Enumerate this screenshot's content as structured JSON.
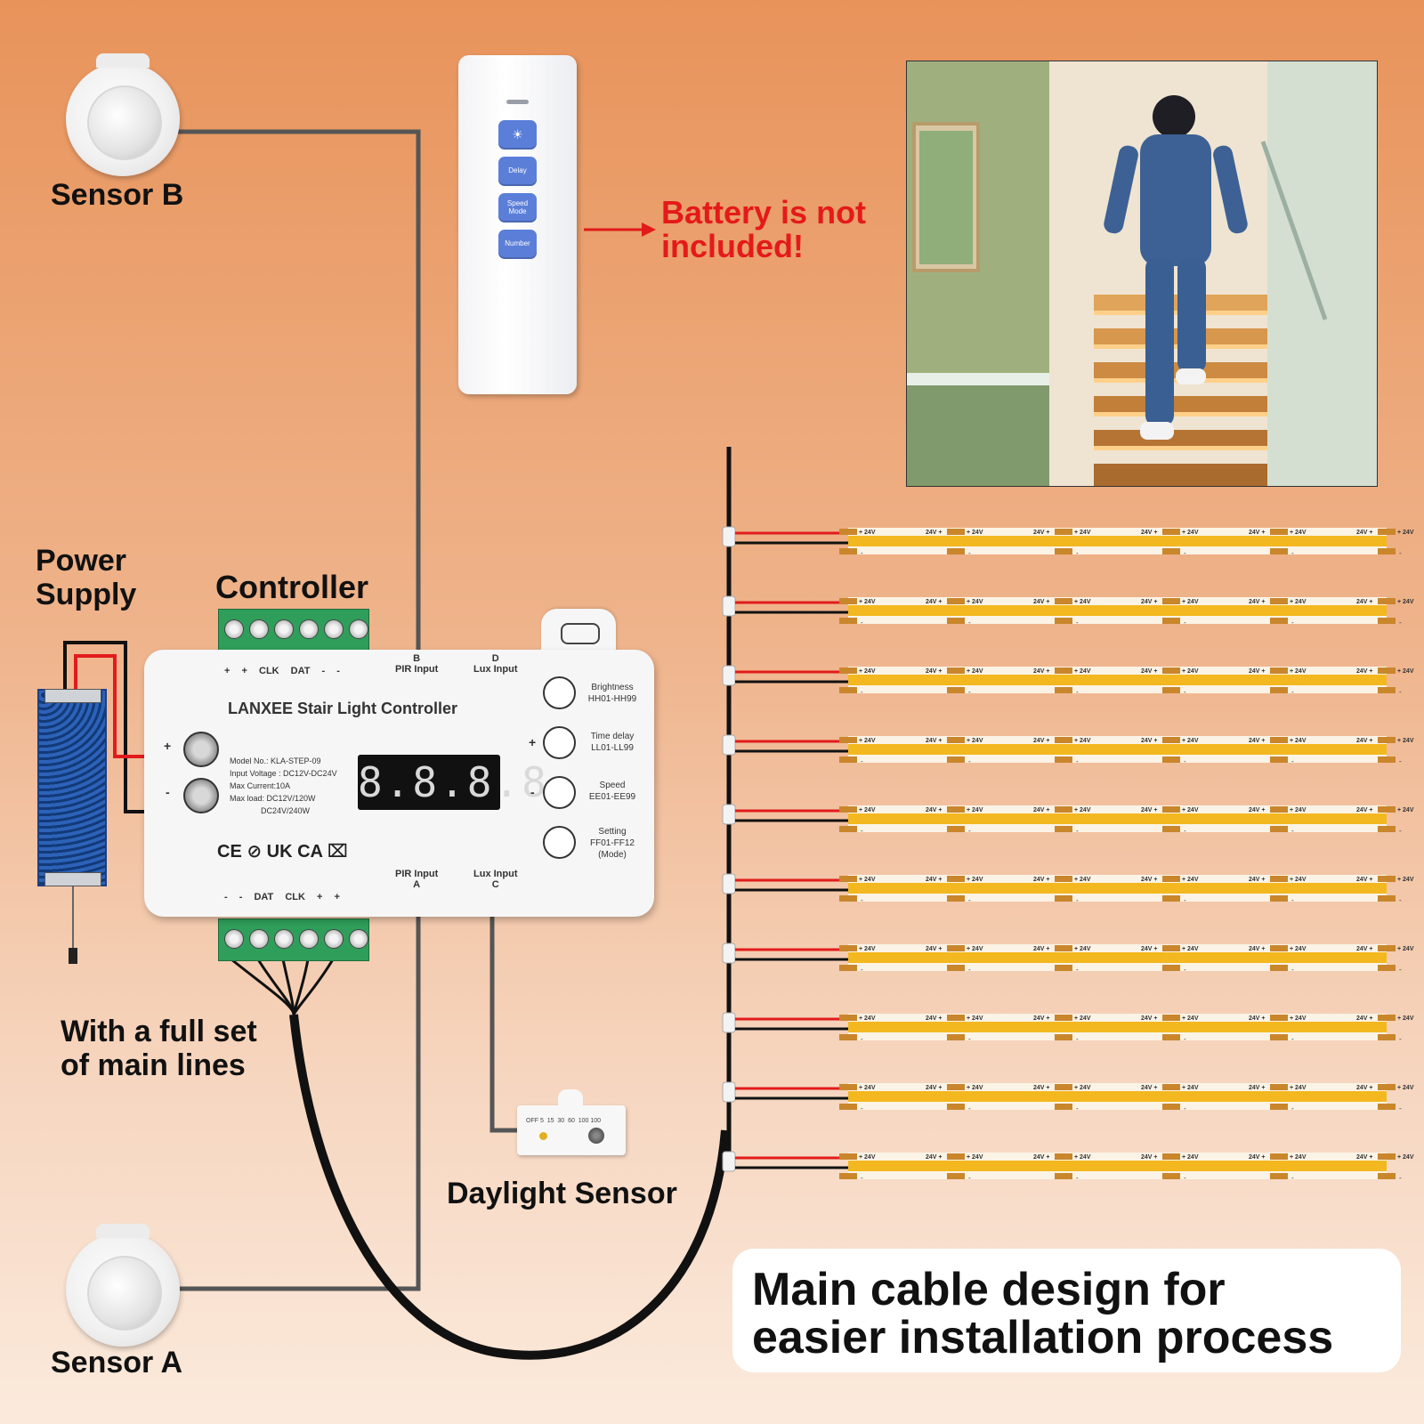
{
  "labels": {
    "sensor_b": "Sensor B",
    "sensor_a": "Sensor A",
    "power_supply_line1": "Power",
    "power_supply_line2": "Supply",
    "controller": "Controller",
    "main_lines_line1": "With a full set",
    "main_lines_line2": "of main lines",
    "daylight_sensor": "Daylight Sensor",
    "battery_line1": "Battery is not",
    "battery_line2": "included!"
  },
  "remote": {
    "buttons": [
      {
        "name": "brightness",
        "label": "☀"
      },
      {
        "name": "delay",
        "label": "Delay"
      },
      {
        "name": "speed-mode",
        "label": "Speed\nMode"
      },
      {
        "name": "number",
        "label": "Number"
      }
    ]
  },
  "controller": {
    "title": "LANXEE Stair Light Controller",
    "top_terminals": [
      "+",
      "+",
      "CLK",
      "DAT",
      "-",
      "-"
    ],
    "bottom_terminals": [
      "-",
      "-",
      "DAT",
      "CLK",
      "+",
      "+"
    ],
    "pir_b": "B\nPIR  Input",
    "lux_d": "D\nLux Input",
    "pir_a": "PIR  Input\nA",
    "lux_c": "Lux Input\nC",
    "power_plus": "+",
    "power_minus": "-",
    "display": "8.8.8.8",
    "spec_lines": [
      "Model No.: KLA-STEP-09",
      "Input Voltage : DC12V-DC24V",
      "Max Current:10A",
      "Max  load: DC12V/120W",
      "              DC24V/240W"
    ],
    "certs": "CE  ⊘  UK CA  ⌧",
    "buttons": [
      {
        "label": "Brightness\nHH01-HH99"
      },
      {
        "label": "Time delay\nLL01-LL99",
        "sign": "+"
      },
      {
        "label": "Speed\nEE01-EE99",
        "sign": "-"
      },
      {
        "label": "Setting\nFF01-FF12\n(Mode)"
      }
    ]
  },
  "daylight_scale": "OFF 5  15  30  60  100 100",
  "strip": {
    "label_plus": "+ 24V",
    "label_plus_mid": "24V +",
    "label_minus": "-",
    "count": 10
  },
  "callout": {
    "line1": "Main cable design for",
    "line2": "easier installation process"
  },
  "colors": {
    "strip_yellow": "#f3b81f",
    "strip_pad": "#c9862b",
    "wire_red": "#e11b1b",
    "wire_black": "#111111",
    "wire_gray": "#555555",
    "remote_button": "#5b7ed8",
    "terminal_green": "#2f9e5a"
  }
}
